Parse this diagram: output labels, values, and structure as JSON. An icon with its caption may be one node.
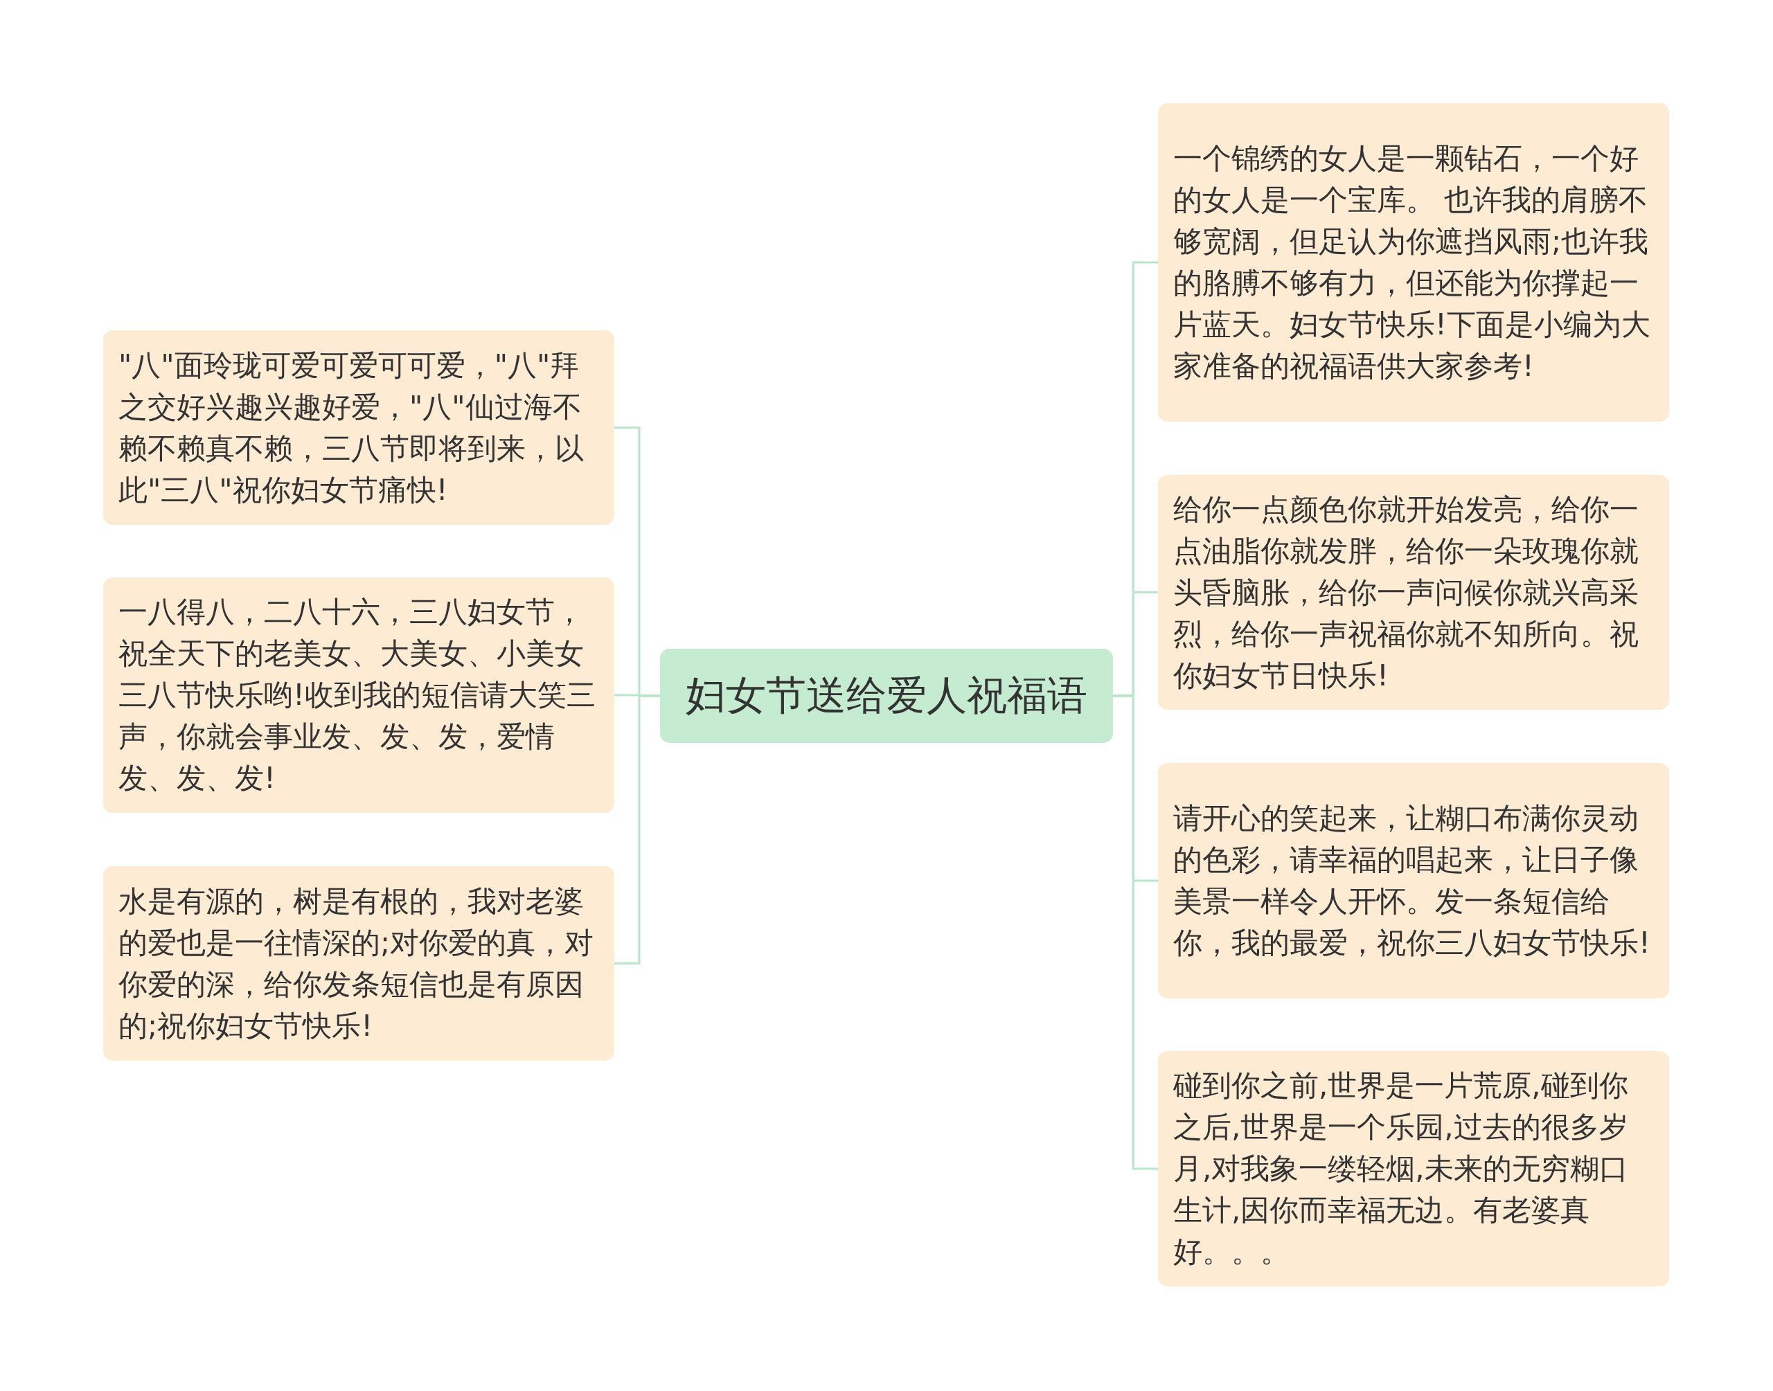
{
  "diagram": {
    "nodes": [
      {
        "text": [
          "妇女节送给爱人祝福语"
        ]
      },
      {
        "text": [
          "\"八\"面玲珑可爱可爱可可爱，\"八\"拜之交好兴趣兴趣好爱，\"八\"仙过海不赖不赖真不赖，三八节即将到来，以此\"三八\"祝你妇女节痛快!"
        ]
      },
      {
        "text": [
          "一八得八，二八十六，三八妇女节，祝全天下的老美女、大美女、小美女三八节快乐哟!收到我的短信请大笑三声，你就会事业发、发、发，爱情发、发、发!"
        ]
      },
      {
        "text": [
          "水是有源的，树是有根的，我对老婆的爱也是一往情深的;对你爱的真，对你爱的深，给你发条短信也是有原因的;祝你妇女节快乐!"
        ]
      },
      {
        "text": [
          "一个锦绣的女人是一颗钻石，一个好的女人是一个宝库。 也许我的肩膀不够宽阔，但足认为你遮挡风雨;也许我的胳膊不够有力，但还能为你撑起一片蓝天。妇女节快乐!下面是小编为大家准备的祝福语供大家参考!"
        ]
      },
      {
        "text": [
          "给你一点颜色你就开始发亮，给你一点油脂你就发胖，给你一朵玫瑰你就头昏脑胀，给你一声问候你就兴高采烈，给你一声祝福你就不知所向。祝你妇女节日快乐!"
        ]
      },
      {
        "text": [
          "请开心的笑起来，让糊口布满你灵动的色彩，请幸福的唱起来，让日子像美景一样令人开怀。发一条短信给你，我的最爱，祝你三八妇女节快乐!"
        ]
      },
      {
        "text": [
          "碰到你之前,世界是一片荒原,碰到你之后,世界是一个乐园,过去的很多岁月,对我象一缕轻烟,未来的无穷糊口生计,因你而幸福无边。有老婆真好。。。"
        ]
      }
    ],
    "edges": [
      {
        "from": 0,
        "to": 1,
        "arrow": "none"
      },
      {
        "from": 0,
        "to": 2,
        "arrow": "none"
      },
      {
        "from": 0,
        "to": 3,
        "arrow": "none"
      },
      {
        "from": 0,
        "to": 4,
        "arrow": "none"
      },
      {
        "from": 0,
        "to": 5,
        "arrow": "none"
      },
      {
        "from": 0,
        "to": 6,
        "arrow": "none"
      },
      {
        "from": 0,
        "to": 7,
        "arrow": "none"
      }
    ]
  }
}
